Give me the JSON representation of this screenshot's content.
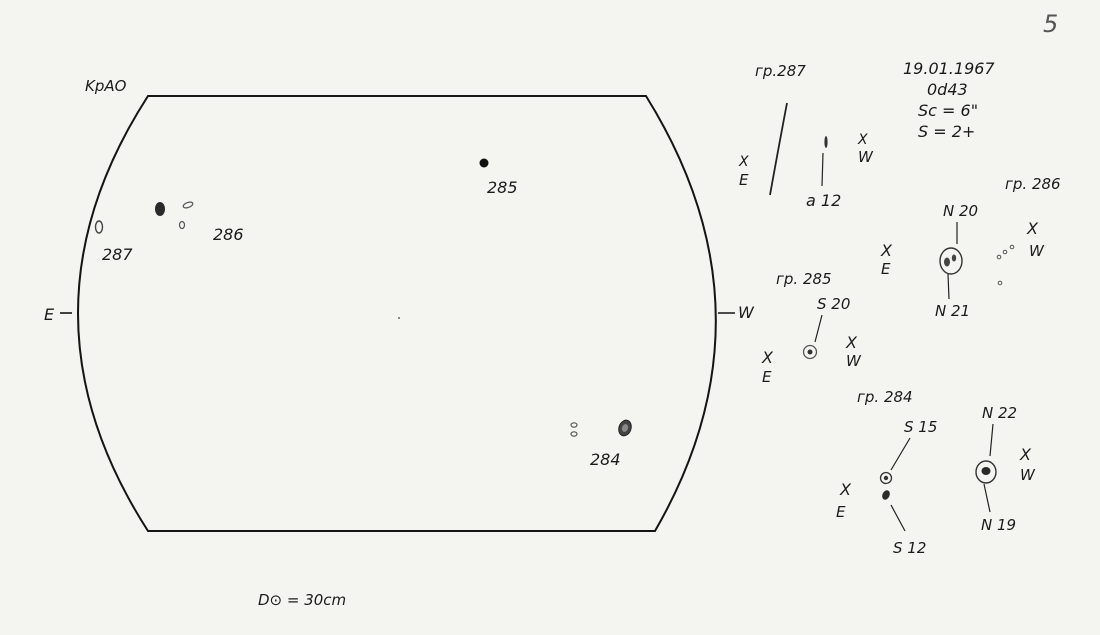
{
  "page_number": "5",
  "observatory": "KpAO",
  "observation": {
    "date": "19.01.1967",
    "time": "0d43",
    "seeing": "Sc = 6\"",
    "s_value": "S = 2+"
  },
  "disk": {
    "east_label": "E",
    "west_label": "W",
    "diameter_note": "D⊙ = 30cm",
    "groups": [
      {
        "id": "287",
        "label": "287"
      },
      {
        "id": "286",
        "label": "286"
      },
      {
        "id": "285",
        "label": "285"
      },
      {
        "id": "284",
        "label": "284"
      }
    ]
  },
  "details": {
    "gr287": {
      "title": "гр.287",
      "east": "E",
      "west": "W",
      "spot": "a 12"
    },
    "gr286": {
      "title": "гр. 286",
      "east": "E",
      "west": "W",
      "north_top": "N 20",
      "north_bottom": "N 21"
    },
    "gr285": {
      "title": "гр. 285",
      "east": "E",
      "west": "W",
      "spot": "S 20"
    },
    "gr284": {
      "title": "гр. 284",
      "east": "E",
      "west": "W",
      "s_top": "S 15",
      "s_bottom": "S 12",
      "n_top": "N 22",
      "n_bottom": "N 19"
    }
  },
  "cross_glyph": "X"
}
